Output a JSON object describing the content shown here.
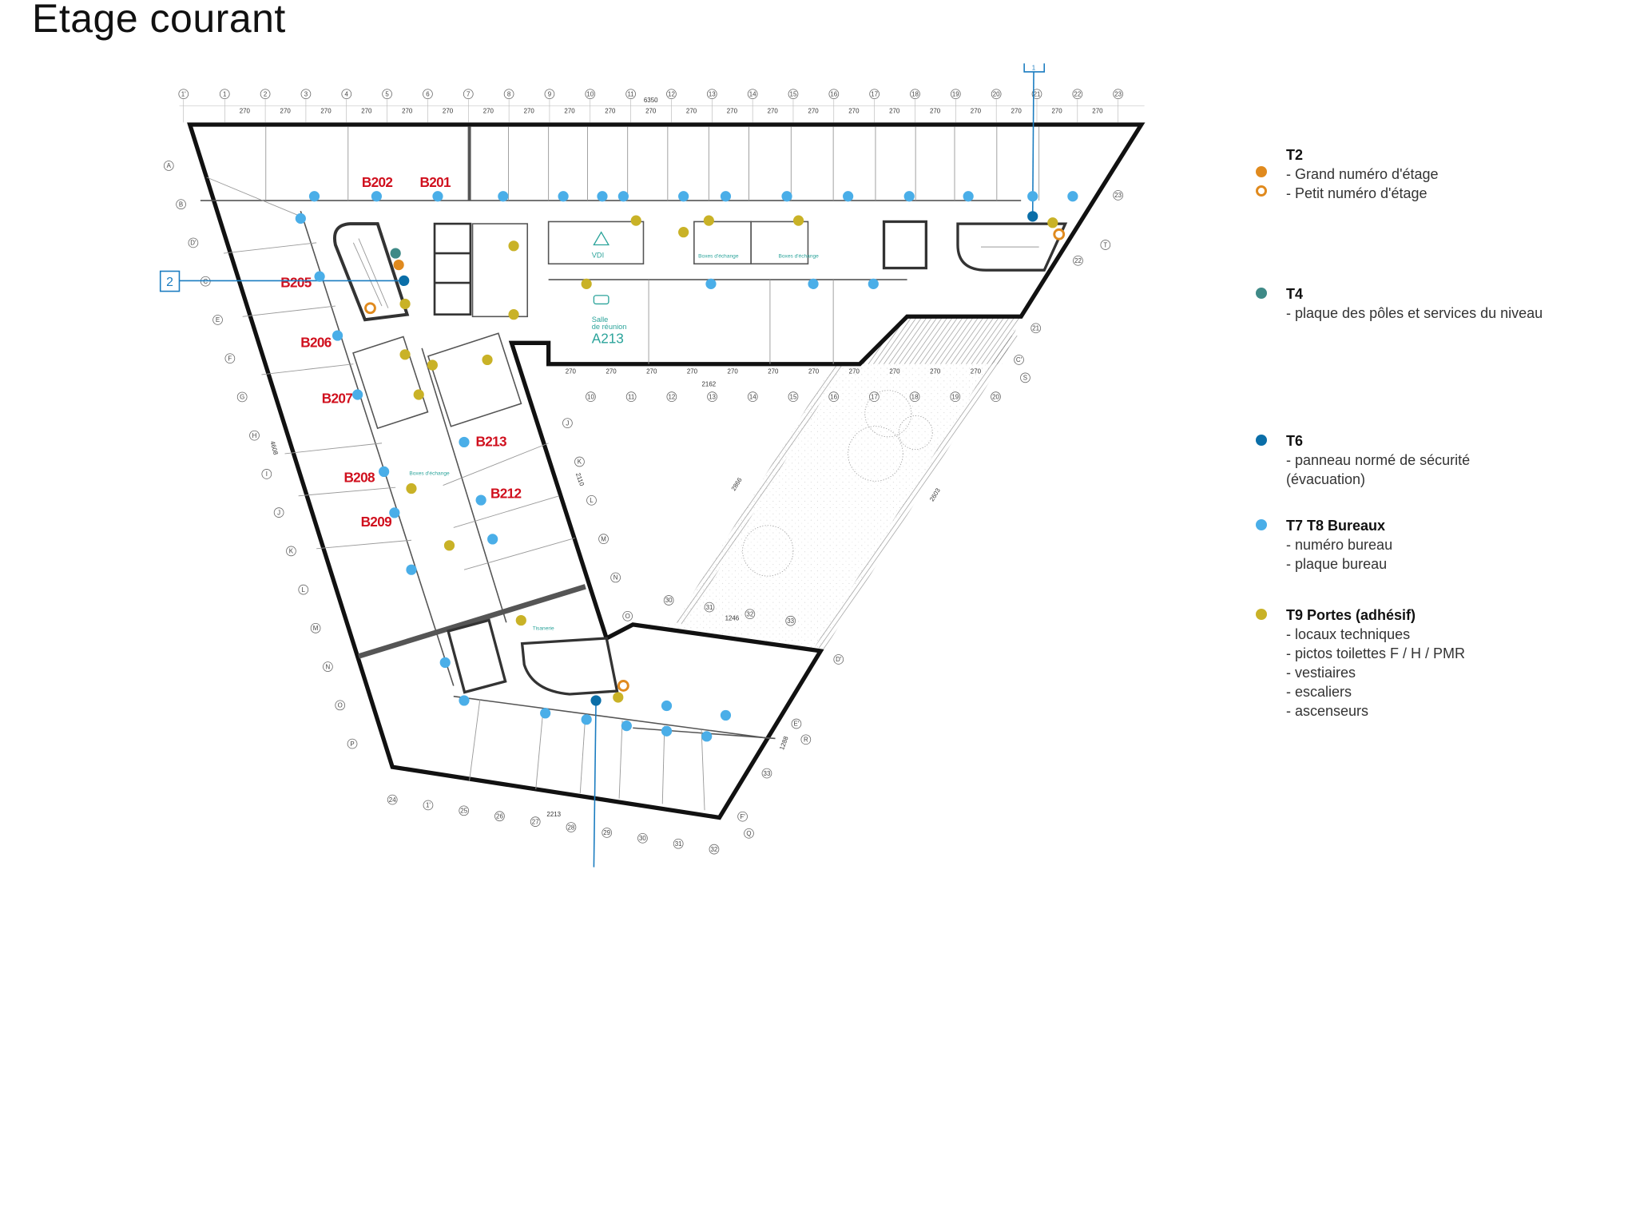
{
  "title": "Etage courant",
  "colors": {
    "t2": "#e08a1e",
    "t4": "#3f8a87",
    "t6": "#0a6ea8",
    "t7t8": "#4aaee8",
    "t9": "#c9b227",
    "room_label": "#d0101e",
    "callout": "#1a7cc0"
  },
  "legend": {
    "t2": {
      "title": "T2",
      "items": [
        "- Grand numéro d'étage",
        "- Petit numéro d'étage"
      ]
    },
    "t4": {
      "title": "T4",
      "items": [
        "- plaque des pôles et services du niveau"
      ]
    },
    "t6": {
      "title": "T6",
      "items": [
        "- panneau normé de sécurité",
        "(évacuation)"
      ]
    },
    "t7t8": {
      "title": "T7 T8 Bureaux",
      "items": [
        "- numéro bureau",
        "- plaque bureau"
      ]
    },
    "t9": {
      "title": "T9 Portes (adhésif)",
      "items": [
        "- locaux techniques",
        "- pictos toilettes F / H / PMR",
        "- vestiaires",
        "- escaliers",
        "- ascenseurs"
      ]
    }
  },
  "callouts": {
    "view1": "1",
    "view2": "2"
  },
  "rooms": {
    "b202": "B202",
    "b201": "B201",
    "b205": "B205",
    "b206": "B206",
    "b207": "B207",
    "b208": "B208",
    "b209": "B209",
    "b213": "B213",
    "b212": "B212"
  },
  "spaces": {
    "vdi": "VDI",
    "meeting_line1": "Salle",
    "meeting_line2": "de réunion",
    "meeting_code": "A213",
    "boxes": "Boxes d'échange",
    "tisanerie": "Tisanerie"
  },
  "grid": {
    "top_axes": [
      "1'",
      "1",
      "2",
      "3",
      "4",
      "5",
      "6",
      "7",
      "8",
      "9",
      "10",
      "11",
      "12",
      "13",
      "14",
      "15",
      "16",
      "17",
      "18",
      "19",
      "20",
      "21",
      "22",
      "23"
    ],
    "top_dim": "270",
    "top_total": "6350",
    "north_bottom_axes": [
      "10",
      "11",
      "12",
      "13",
      "14",
      "15",
      "16",
      "17",
      "18",
      "19",
      "20"
    ],
    "north_bottom_total": "2162",
    "west_axes": [
      "A",
      "B",
      "D'",
      "C",
      "E",
      "F",
      "G",
      "H",
      "I",
      "J",
      "K",
      "L",
      "M",
      "N",
      "O",
      "P"
    ],
    "west_inner_axes": [
      "J",
      "K",
      "L",
      "M",
      "N",
      "O"
    ],
    "south_axes": [
      "24",
      "1'",
      "25",
      "26",
      "27",
      "28",
      "29",
      "30",
      "31",
      "32"
    ],
    "south_total": "2213",
    "court_axes": [
      "30",
      "31",
      "32",
      "33"
    ],
    "court_total": "1246",
    "east_axes": [
      "23",
      "22",
      "21",
      "T",
      "S",
      "C'",
      "D'",
      "E'",
      "R",
      "F'",
      "Q",
      "33"
    ],
    "other_dims": [
      "2866",
      "2603",
      "1288",
      "2110",
      "4608"
    ]
  }
}
